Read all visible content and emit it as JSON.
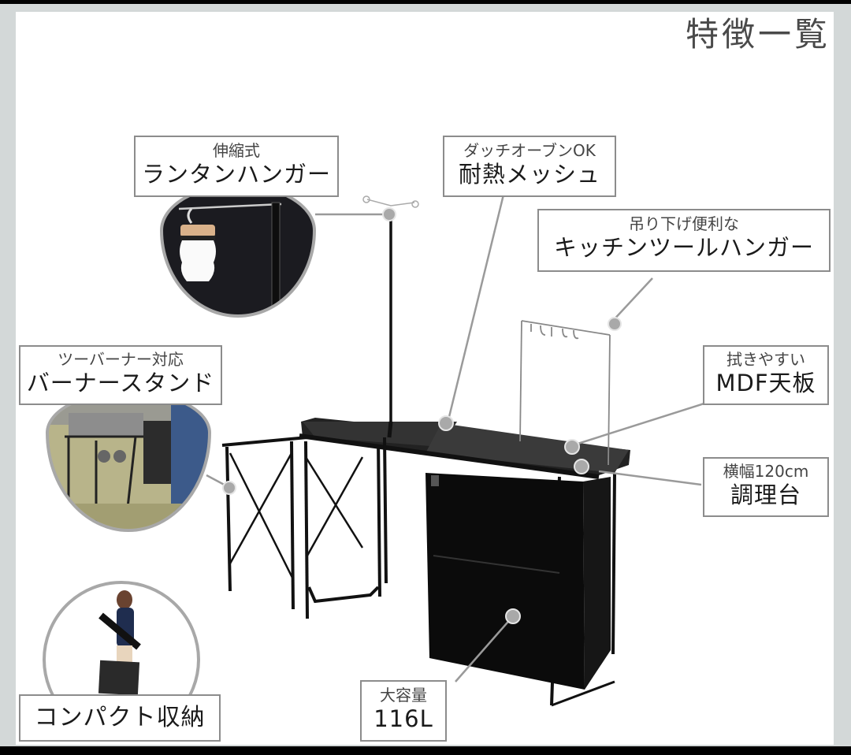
{
  "title": "特徴一覧",
  "features": [
    {
      "id": "lantern-hanger",
      "sub": "伸縮式",
      "main": "ランタンハンガー"
    },
    {
      "id": "heat-mesh",
      "sub": "ダッチオーブンOK",
      "main": "耐熱メッシュ"
    },
    {
      "id": "kitchen-tool-hanger",
      "sub": "吊り下げ便利な",
      "main": "キッチンツールハンガー"
    },
    {
      "id": "burner-stand",
      "sub": "ツーバーナー対応",
      "main": "バーナースタンド"
    },
    {
      "id": "mdf-top",
      "sub": "拭きやすい",
      "main": "MDF天板"
    },
    {
      "id": "cooking-table",
      "sub": "横幅120cm",
      "main": "調理台"
    },
    {
      "id": "capacity",
      "sub": "大容量",
      "main": "116L"
    },
    {
      "id": "compact-storage",
      "sub": "",
      "main": "コンパクト収納"
    }
  ],
  "colors": {
    "frame": "#d3d8d8",
    "label_border": "#8c8c8c",
    "callout_dot": "#a9a9a9",
    "product": "#111111"
  }
}
